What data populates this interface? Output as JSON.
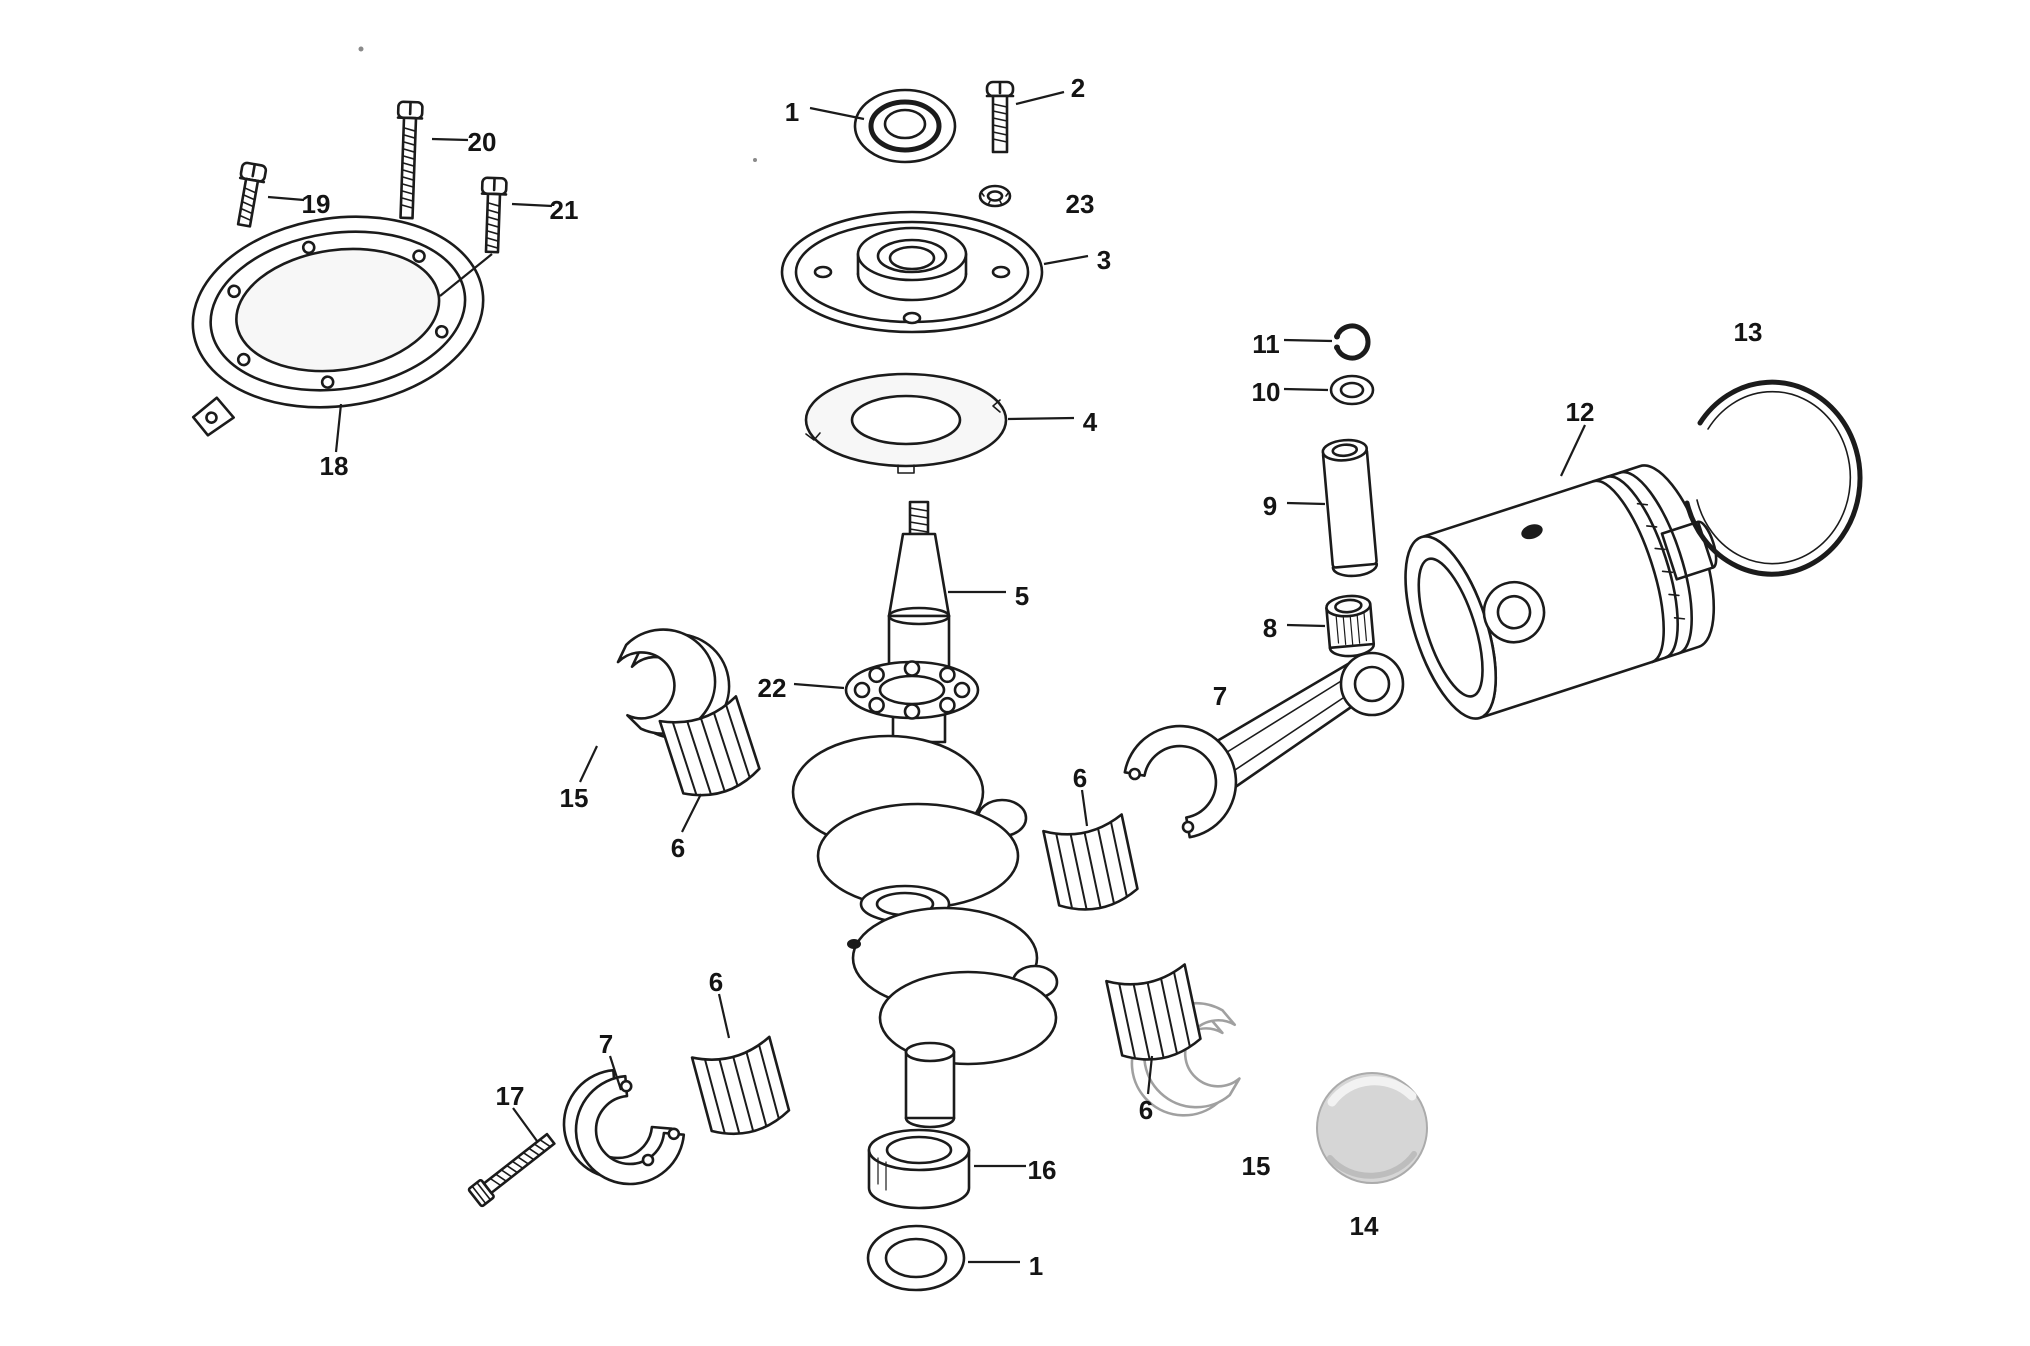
{
  "diagram": {
    "kind": "exploded-parts-diagram",
    "paper_color": "#ffffff",
    "ink_color": "#1b1b1b",
    "faded_part_color": "#a0a0a0",
    "callouts": [
      {
        "label": "1"
      },
      {
        "label": "2"
      },
      {
        "label": "23"
      },
      {
        "label": "3"
      },
      {
        "label": "4"
      },
      {
        "label": "5"
      },
      {
        "label": "22"
      },
      {
        "label": "15"
      },
      {
        "label": "6"
      },
      {
        "label": "6"
      },
      {
        "label": "7"
      },
      {
        "label": "11"
      },
      {
        "label": "10"
      },
      {
        "label": "9"
      },
      {
        "label": "8"
      },
      {
        "label": "12"
      },
      {
        "label": "13"
      },
      {
        "label": "14"
      },
      {
        "label": "15"
      },
      {
        "label": "6"
      },
      {
        "label": "16"
      },
      {
        "label": "1"
      },
      {
        "label": "17"
      },
      {
        "label": "7"
      },
      {
        "label": "6"
      },
      {
        "label": "18"
      },
      {
        "label": "19"
      },
      {
        "label": "20"
      },
      {
        "label": "21"
      }
    ]
  }
}
